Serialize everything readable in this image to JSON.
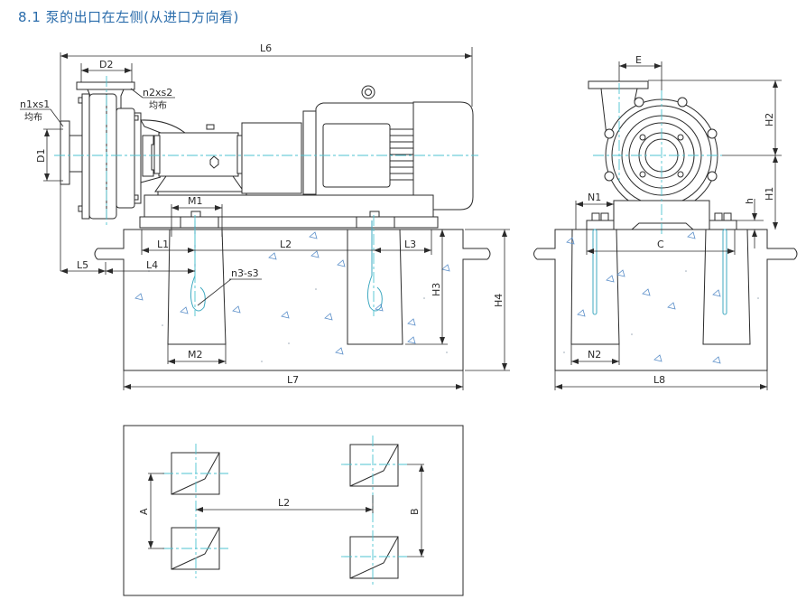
{
  "section_title": "8.1 泵的出口在左侧(从进口方向看)",
  "colors": {
    "title": "#2a6cab",
    "line": "#2b2b2b",
    "centerline": "#4ec3d0",
    "aggregate": "#5b8fc9"
  },
  "side_view": {
    "labels": {
      "L6": "L6",
      "D2": "D2",
      "D1": "D1",
      "n1xs1": "n1xs1",
      "n1_note": "均布",
      "n2xs2": "n2xs2",
      "n2_note": "均布",
      "M1": "M1",
      "M2": "M2",
      "L1": "L1",
      "L2": "L2",
      "L3": "L3",
      "L4": "L4",
      "L5": "L5",
      "L7": "L7",
      "H3": "H3",
      "H4": "H4",
      "n3s3": "n3-s3"
    }
  },
  "end_view": {
    "labels": {
      "E": "E",
      "H1": "H1",
      "H2": "H2",
      "h": "h",
      "N1": "N1",
      "N2": "N2",
      "C": "C",
      "L8": "L8"
    }
  },
  "plan_view": {
    "labels": {
      "A": "A",
      "B": "B",
      "L2": "L2"
    }
  }
}
